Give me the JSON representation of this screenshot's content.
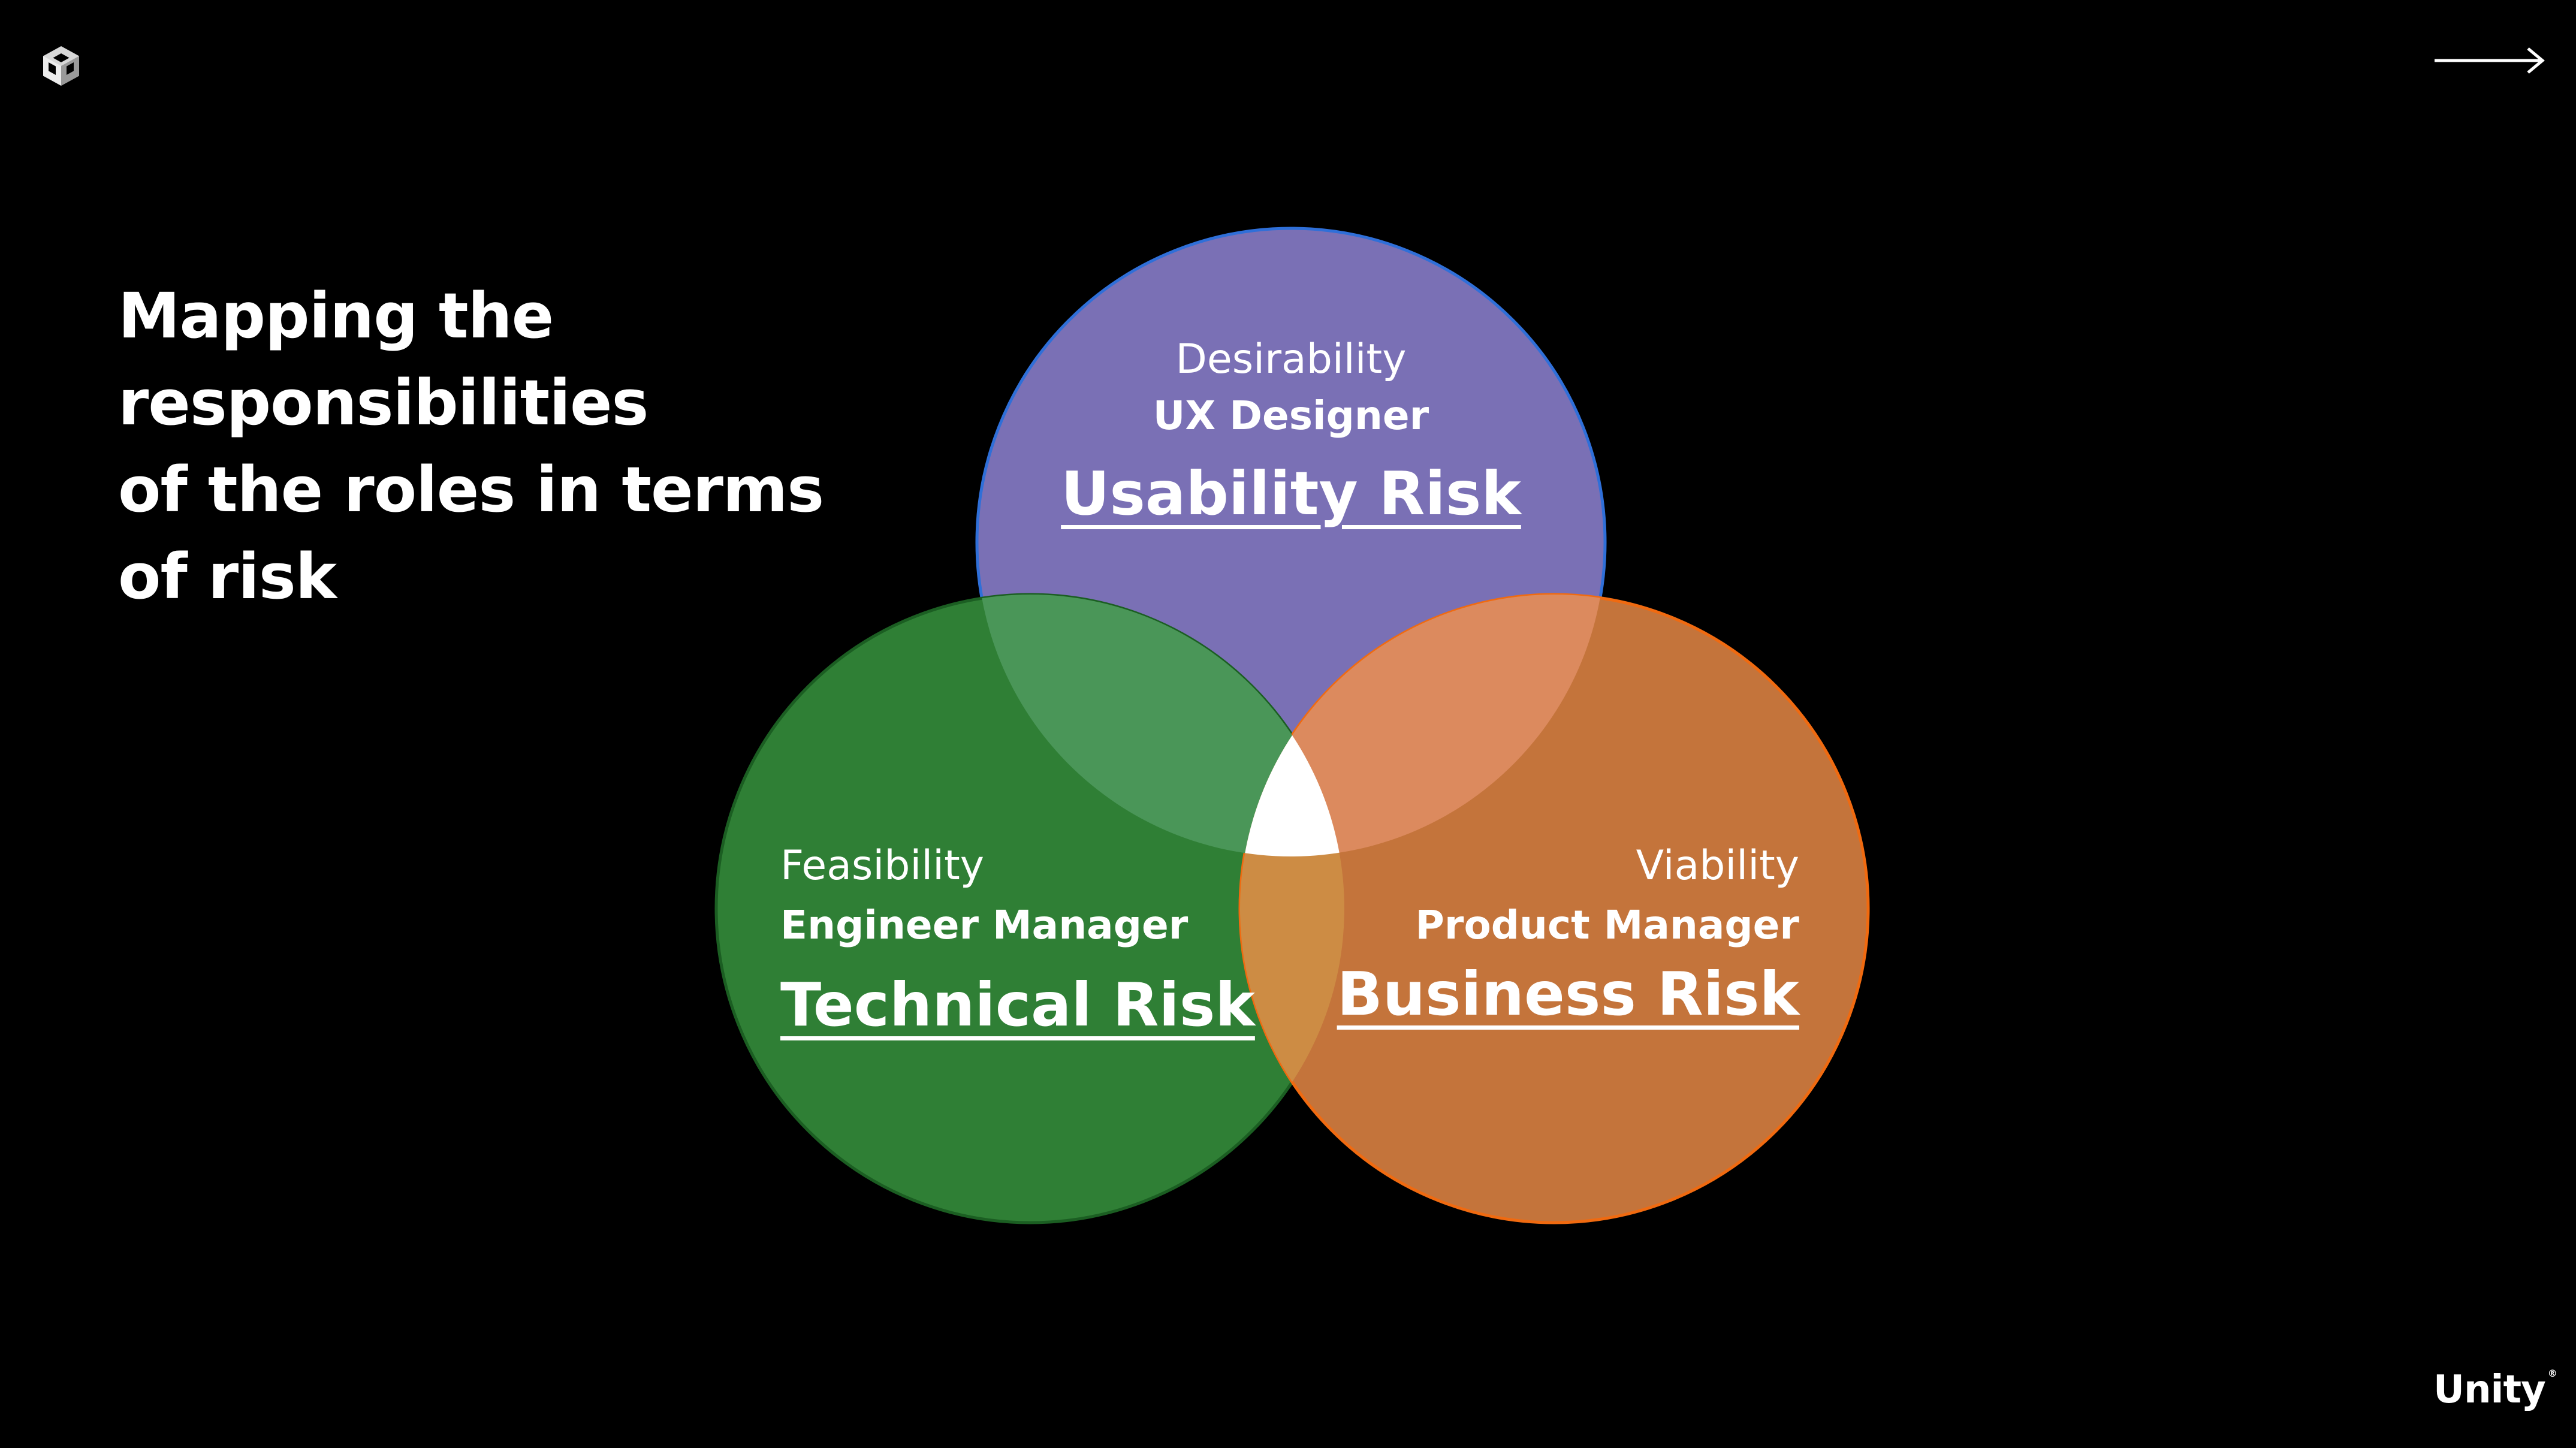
{
  "slide": {
    "title_lines": [
      "Mapping the",
      "responsibilities",
      "of the roles in terms",
      "of risk"
    ]
  },
  "circles": {
    "top": {
      "category": "Desirability",
      "role": "UX Designer",
      "risk": "Usability Risk",
      "color": "#7a70b5",
      "stroke": "#2f6fd8"
    },
    "left": {
      "category": "Feasibility",
      "role": "Engineer Manager",
      "risk": "Technical Risk",
      "color": "#2f7f35",
      "stroke": "#1b5e22"
    },
    "right": {
      "category": "Viability",
      "role": "Product Manager",
      "risk": "Business Risk",
      "color": "#c4743b",
      "stroke": "#f06a10"
    }
  },
  "overlaps": {
    "top_left": "#4a9658",
    "top_right": "#dc8a5e",
    "left_right": "#cd8c44",
    "center": "#ffffff"
  },
  "icons": {
    "logo": "unity-cube-icon",
    "next": "arrow-right-icon"
  },
  "footer": {
    "brand": "Unity",
    "mark": "®"
  }
}
